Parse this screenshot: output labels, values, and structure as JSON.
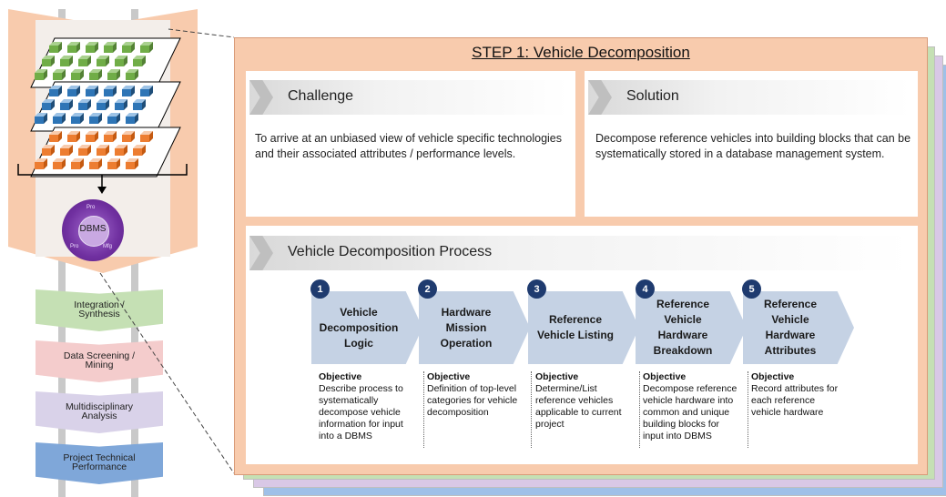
{
  "step_title": "STEP 1: Vehicle Decomposition",
  "challenge": {
    "heading": "Challenge",
    "text_line1": "To arrive at an unbiased view of vehicle specific technologies",
    "text_line2": "and their associated attributes / performance levels."
  },
  "solution": {
    "heading": "Solution",
    "text_line1": "Decompose reference vehicles into building blocks that can be",
    "text_line2": "systematically stored in a database management system."
  },
  "process": {
    "heading": "Vehicle Decomposition Process",
    "steps": [
      {
        "num": "1",
        "l1": "Vehicle",
        "l2": "Decomposition",
        "l3": "Logic",
        "l4": "",
        "obj_title": "Objective",
        "o1": "Describe process to",
        "o2": "systematically",
        "o3": "decompose vehicle",
        "o4": "information for input",
        "o5": "into a DBMS"
      },
      {
        "num": "2",
        "l1": "Hardware",
        "l2": "Mission",
        "l3": "Operation",
        "l4": "",
        "obj_title": "Objective",
        "o1": "Definition of top-level",
        "o2": "categories for vehicle",
        "o3": "decomposition",
        "o4": "",
        "o5": ""
      },
      {
        "num": "3",
        "l1": "Reference",
        "l2": "Vehicle Listing",
        "l3": "",
        "l4": "",
        "obj_title": "Objective",
        "o1": "Determine/List",
        "o2": "reference vehicles",
        "o3": "applicable to current",
        "o4": "project",
        "o5": ""
      },
      {
        "num": "4",
        "l1": "Reference",
        "l2": "Vehicle",
        "l3": "Hardware",
        "l4": "Breakdown",
        "obj_title": "Objective",
        "o1": "Decompose reference",
        "o2": "vehicle hardware into",
        "o3": "common and unique",
        "o4": "building blocks for",
        "o5": "input into DBMS"
      },
      {
        "num": "5",
        "l1": "Reference",
        "l2": "Vehicle",
        "l3": "Hardware",
        "l4": "Attributes",
        "obj_title": "Objective",
        "o1": "Record attributes for",
        "o2": "each reference",
        "o3": "vehicle hardware",
        "o4": "",
        "o5": ""
      }
    ]
  },
  "left_column": {
    "dbms_label": "DBMS",
    "ring_labels": [
      "Pro",
      "Pro",
      "Mfg"
    ],
    "stages": [
      {
        "l1": "Integration /",
        "l2": "Synthesis",
        "color": "#c5e0b4"
      },
      {
        "l1": "Data Screening /",
        "l2": "Mining",
        "color": "#f4cccc"
      },
      {
        "l1": "Multidisciplinary",
        "l2": "Analysis",
        "color": "#d9d2e9"
      },
      {
        "l1": "Project Technical",
        "l2": "Performance",
        "color": "#7fa7d9"
      }
    ]
  },
  "colors": {
    "step_card": "#f8cbad",
    "stack_green": "#c5e0b4",
    "stack_purple": "#d9c8e6",
    "stack_blue": "#9fc0e8",
    "process_step": "#c5d2e4",
    "number_badge": "#1f3b6f",
    "dbms_purple": "#7030a0"
  }
}
